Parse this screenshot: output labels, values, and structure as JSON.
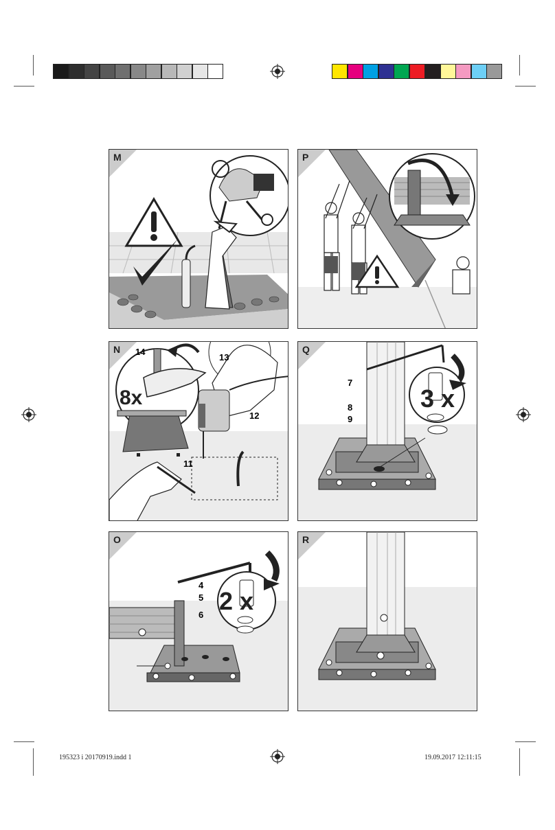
{
  "color_bar": {
    "grays": [
      "#1a1a1a",
      "#2e2e2e",
      "#444444",
      "#5a5a5a",
      "#707070",
      "#888888",
      "#a0a0a0",
      "#b8b8b8",
      "#d0d0d0",
      "#e6e6e6",
      "#ffffff"
    ],
    "colors": [
      "#ffe600",
      "#e6007e",
      "#00a0e3",
      "#2e3192",
      "#00a651",
      "#ed1c24",
      "#231f20",
      "#fff799",
      "#f49ac1",
      "#6dcff6",
      "#999999"
    ]
  },
  "panels": {
    "M": {
      "letter": "M"
    },
    "P": {
      "letter": "P"
    },
    "N": {
      "letter": "N",
      "labels": {
        "l14": "14",
        "l13": "13",
        "l12": "12",
        "l11": "11",
        "mult": "8x"
      }
    },
    "Q": {
      "letter": "Q",
      "labels": {
        "l7": "7",
        "l8": "8",
        "l9": "9",
        "mult": "3 x"
      }
    },
    "O": {
      "letter": "O",
      "labels": {
        "l4": "4",
        "l5": "5",
        "l6": "6",
        "mult": "2 x"
      }
    },
    "R": {
      "letter": "R"
    }
  },
  "footer": {
    "file": "195323 i 20170919.indd   1",
    "date": "19.09.2017   12:11:15"
  }
}
